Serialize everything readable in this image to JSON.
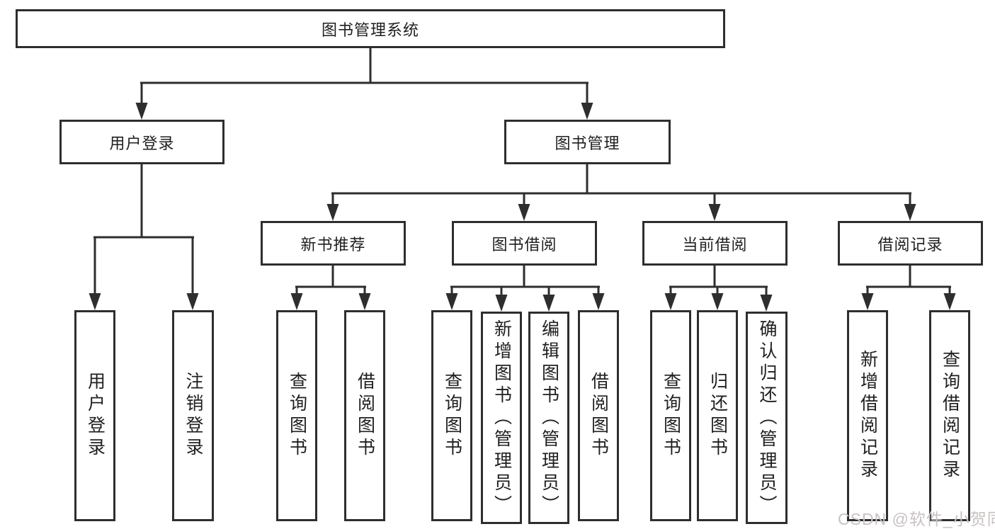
{
  "tree": {
    "root": "图书管理系统",
    "branches": [
      {
        "label": "用户登录",
        "children": [
          {
            "label": "用户登录"
          },
          {
            "label": "注销登录"
          }
        ]
      },
      {
        "label": "图书管理",
        "children": [
          {
            "label": "新书推荐",
            "children": [
              {
                "label": "查询图书"
              },
              {
                "label": "借阅图书"
              }
            ]
          },
          {
            "label": "图书借阅",
            "children": [
              {
                "label": "查询图书"
              },
              {
                "label": "新增图书（管理员）"
              },
              {
                "label": "编辑图书（管理员）"
              },
              {
                "label": "借阅图书"
              }
            ]
          },
          {
            "label": "当前借阅",
            "children": [
              {
                "label": "查询图书"
              },
              {
                "label": "归还图书"
              },
              {
                "label": "确认归还（管理员）"
              }
            ]
          },
          {
            "label": "借阅记录",
            "children": [
              {
                "label": "新增借阅记录"
              },
              {
                "label": "查询借阅记录"
              }
            ]
          }
        ]
      }
    ]
  },
  "watermark": "CSDN @软件_小贺同学",
  "colors": {
    "background": "#ffffff",
    "line": "#2e2e2e",
    "box_border": "#2e2e2e",
    "text": "#1f1f1f",
    "watermark_text": "#c9c2c2"
  }
}
